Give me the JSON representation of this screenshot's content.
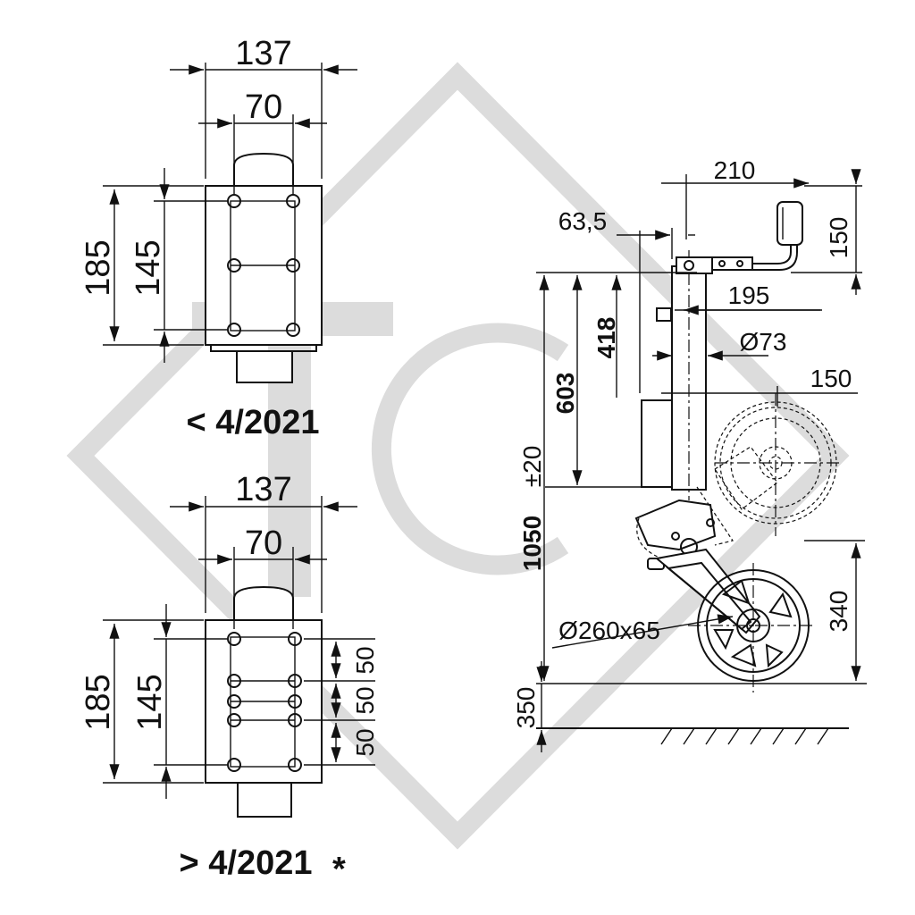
{
  "top_view_old": {
    "width_outer": "137",
    "width_bolt": "70",
    "height_outer": "185",
    "height_bolt": "145",
    "caption": "< 4/2021"
  },
  "top_view_new": {
    "width_outer": "137",
    "width_bolt": "70",
    "height_outer": "185",
    "height_bolt": "145",
    "spacing_1": "50",
    "spacing_2": "50",
    "spacing_3": "50",
    "caption": "> 4/2021",
    "caption_mark": "*"
  },
  "side_view": {
    "crank_offset": "210",
    "tube_offset": "63,5",
    "crank_height": "150",
    "crank_reach": "195",
    "tube_diameter": "Ø73",
    "bracket_width": "150",
    "stroke": "418",
    "clamp_height": "603",
    "total_height": "1050",
    "total_tolerance": "±20",
    "wheel_spec": "Ø260x65",
    "axle_height": "340",
    "ground_gap": "350"
  },
  "watermark": {
    "text": "TC",
    "color": "#dcdcdc"
  }
}
